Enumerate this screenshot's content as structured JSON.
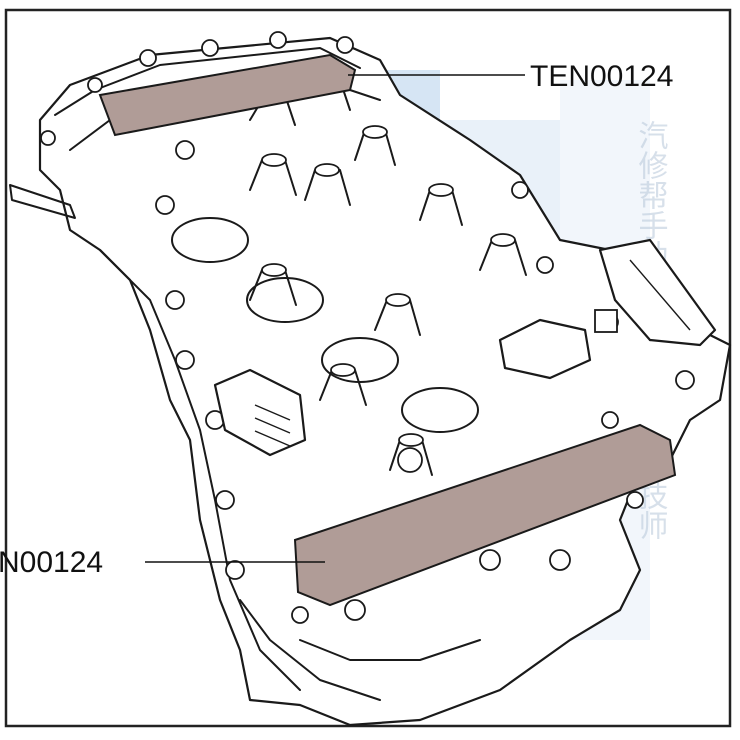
{
  "figure": {
    "callout_top_label": "TEN00124",
    "callout_left_label": "N00124",
    "colors": {
      "frame": "#222222",
      "line_art": "#1a1a1a",
      "tool_fill": "#b09c97",
      "watermark_block": "#cfe0f2"
    },
    "watermark_text": "汽修帮手助力人人成为汽修技师"
  }
}
